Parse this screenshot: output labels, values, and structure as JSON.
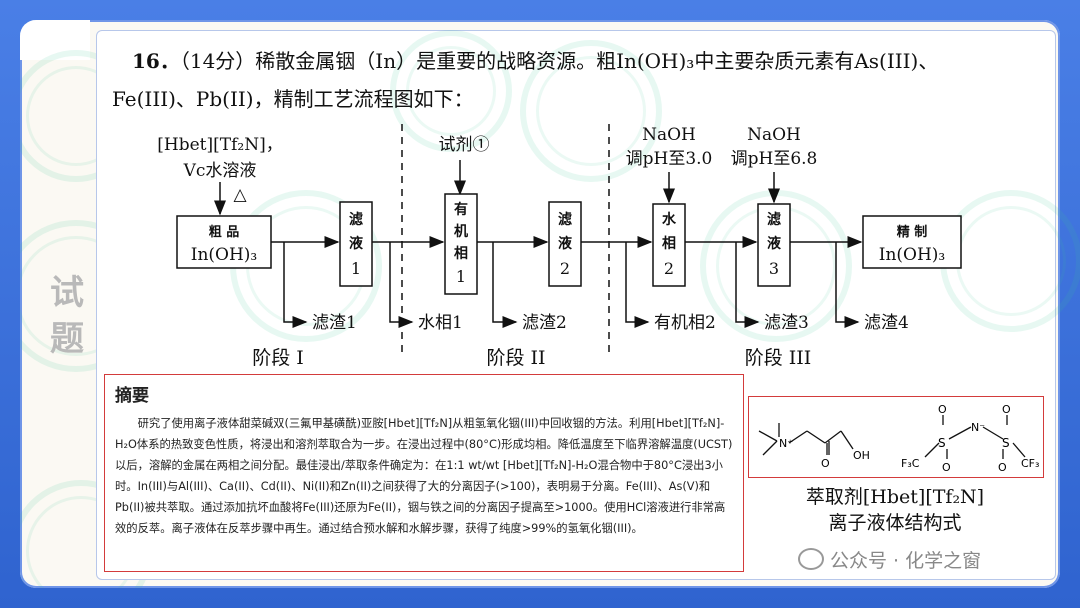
{
  "question": {
    "number": "16．",
    "intro": "（14分）稀散金属铟（In）是重要的战略资源。粗In(OH)₃中主要杂质元素有As(III)、",
    "line2": "Fe(III)、Pb(II)，精制工艺流程图如下："
  },
  "flow": {
    "inputs": {
      "reagent_top1": "[Hbet][Tf₂N]，",
      "reagent_top2": "Vc水溶液",
      "heat": "△",
      "reagent1": "试剂①",
      "naoh1_a": "NaOH",
      "naoh1_b": "调pH至3.0",
      "naoh2_a": "NaOH",
      "naoh2_b": "调pH至6.8"
    },
    "boxes": {
      "crude_a": "粗 品",
      "crude_b": "In(OH)₃",
      "filtrate1_a": "滤",
      "filtrate1_b": "液",
      "filtrate1_c": "1",
      "org1_a": "有",
      "org1_b": "机",
      "org1_c": "相",
      "org1_d": "1",
      "filtrate2_a": "滤",
      "filtrate2_b": "液",
      "filtrate2_c": "2",
      "aq2_a": "水",
      "aq2_b": "相",
      "aq2_c": "2",
      "filtrate3_a": "滤",
      "filtrate3_b": "液",
      "filtrate3_c": "3",
      "product_a": "精 制",
      "product_b": "In(OH)₃"
    },
    "outputs": {
      "residue1": "滤渣1",
      "aq1": "水相1",
      "residue2": "滤渣2",
      "org2": "有机相2",
      "residue3": "滤渣3",
      "residue4": "滤渣4"
    },
    "stages": {
      "s1": "阶段 I",
      "s2": "阶段 II",
      "s3": "阶段 III"
    }
  },
  "abstract": {
    "heading": "摘要",
    "text": "研究了使用离子液体甜菜碱双(三氟甲基磺酰)亚胺[Hbet][Tf₂N]从粗氢氧化铟(III)中回收铟的方法。利用[Hbet][Tf₂N]-H₂O体系的热致变色性质，将浸出和溶剂萃取合为一步。在浸出过程中(80°C)形成均相。降低温度至下临界溶解温度(UCST)以后，溶解的金属在两相之间分配。最佳浸出/萃取条件确定为：在1:1 wt/wt [Hbet][Tf₂N]-H₂O混合物中于80°C浸出3小时。In(III)与Al(III)、Ca(II)、Cd(II)、Ni(II)和Zn(II)之间获得了大的分离因子(>100)，表明易于分离。Fe(III)、As(V)和Pb(II)被共萃取。通过添加抗坏血酸将Fe(III)还原为Fe(II)，铟与铁之间的分离因子提高至>1000。使用HCl溶液进行非常高效的反萃。离子液体在反萃步骤中再生。通过结合预水解和水解步骤，获得了纯度>99%的氢氧化铟(III)。"
  },
  "structure": {
    "n_plus": "N⁺",
    "oh": "OH",
    "o": "O",
    "n_minus": "N⁻",
    "s": "S",
    "f3c": "F₃C",
    "cf3": "CF₃",
    "caption1": "萃取剂[Hbet][Tf₂N]",
    "caption2": "离子液体结构式"
  },
  "side_stamp": {
    "a": "试",
    "b": "题"
  },
  "footer": "公众号 · 化学之窗",
  "colors": {
    "frame": "#3a6fd8",
    "red_border": "#d33b3b",
    "watermark": "#3cc896"
  }
}
